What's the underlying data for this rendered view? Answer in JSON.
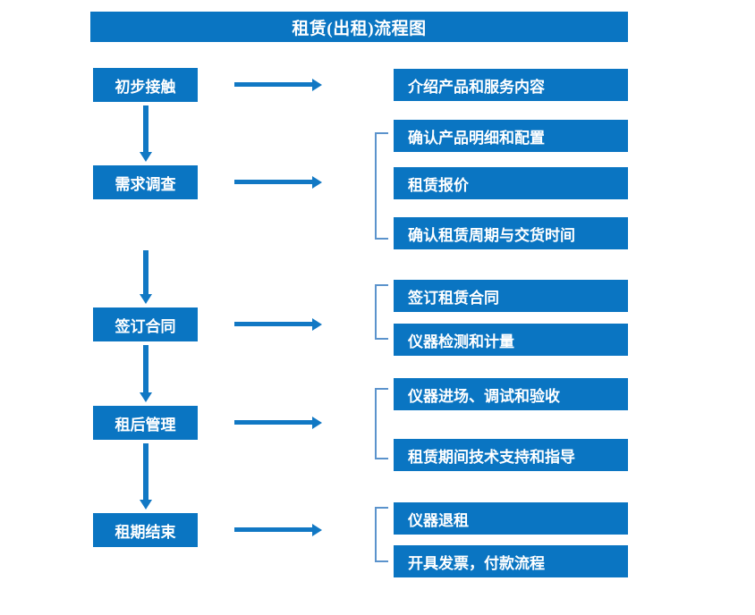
{
  "diagram": {
    "title": "租赁(出租)流程图",
    "colors": {
      "box_blue": "#0a75c2",
      "arrow_blue": "#1178c4",
      "bracket_blue": "#5b93cc",
      "text_white": "#ffffff",
      "background": "#ffffff"
    },
    "stages": [
      {
        "label": "初步接触"
      },
      {
        "label": "需求调查"
      },
      {
        "label": "签订合同"
      },
      {
        "label": "租后管理"
      },
      {
        "label": "租期结束"
      }
    ],
    "details": [
      {
        "label": "介绍产品和服务内容"
      },
      {
        "label": "确认产品明细和配置"
      },
      {
        "label": "租赁报价"
      },
      {
        "label": "确认租赁周期与交货时间"
      },
      {
        "label": "签订租赁合同"
      },
      {
        "label": "仪器检测和计量"
      },
      {
        "label": "仪器进场、调试和验收"
      },
      {
        "label": "租赁期间技术支持和指导"
      },
      {
        "label": "仪器退租"
      },
      {
        "label": "开具发票，付款流程"
      }
    ],
    "flow": {
      "down_arrow_count": 4,
      "right_arrow_count": 5,
      "bracket_count": 4
    }
  }
}
